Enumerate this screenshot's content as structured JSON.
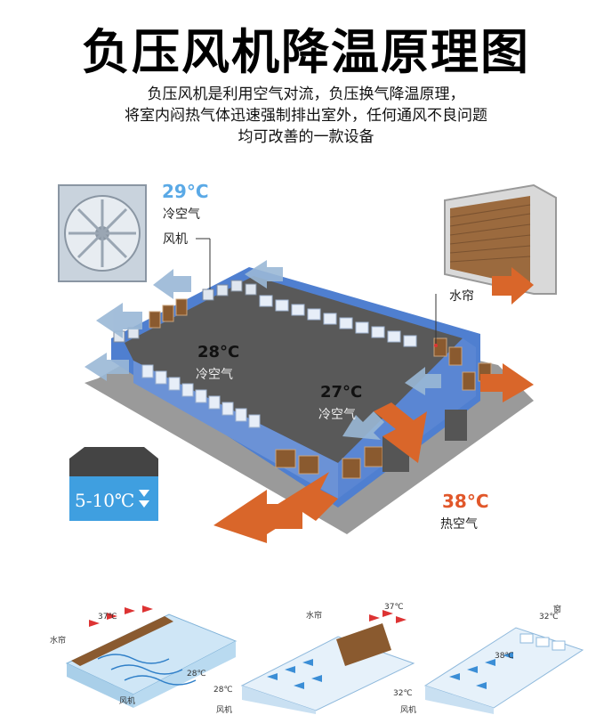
{
  "title": "负压风机降温原理图",
  "description": [
    "负压风机是利用空气对流，负压换气降温原理，",
    "将室内闷热气体迅速强制排出室外，任何通风不良问题",
    "均可改善的一款设备"
  ],
  "labels": {
    "outside_temp": "29°C",
    "outside_air": "冷空气",
    "fan": "风机",
    "curtain": "水帘",
    "inside_temp_1": "28°C",
    "inside_air_1": "冷空气",
    "inside_temp_2": "27°C",
    "inside_air_2": "冷空气",
    "hot_temp": "38°C",
    "hot_air": "热空气",
    "drop_range": "5-10℃"
  },
  "mini_diagrams": [
    {
      "t_hot": "37℃",
      "curtain": "水帘",
      "fan": "风机",
      "t_cool": "28℃"
    },
    {
      "curtain": "水帘",
      "t_hot": "37℃",
      "t_cool": "28℃",
      "fan": "风机"
    },
    {
      "window": "窗",
      "t_top": "32℃",
      "t_mid": "38℃",
      "t_low": "32℃",
      "fan": "风机"
    }
  ],
  "colors": {
    "wall_blue": "#4f7fd0",
    "roof_dark": "#5a5a5a",
    "arrow_orange": "#d9662a",
    "arrow_blue": "#8fb4d8",
    "temp_blue": "#5aa9e6",
    "temp_orange": "#e1572a"
  }
}
